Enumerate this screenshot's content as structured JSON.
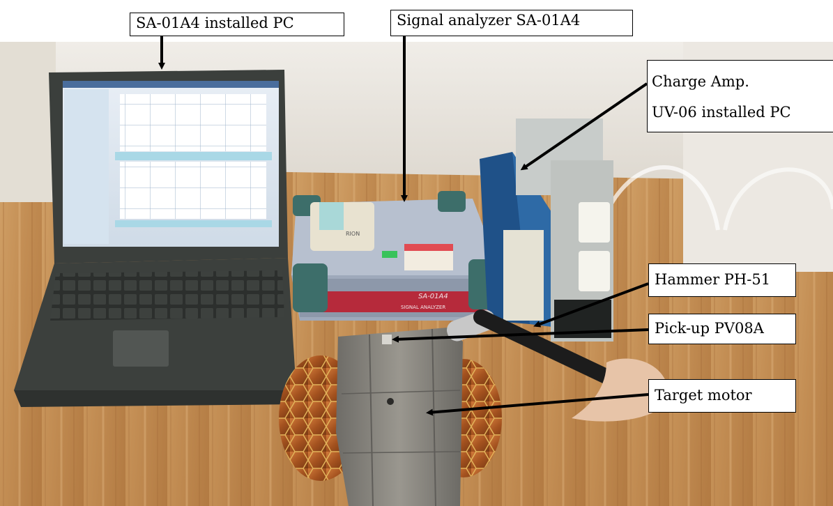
{
  "labels": {
    "pc": "SA-01A4 installed PC",
    "analyzer": "Signal analyzer SA-01A4",
    "charge_amp_line1": "Charge Amp.",
    "charge_amp_line2": "UV-06 installed PC",
    "hammer": "Hammer PH-51",
    "pickup": "Pick-up PV08A",
    "motor": "Target motor"
  },
  "device_text": {
    "analyzer_model": "SA-01A4",
    "analyzer_subtitle": "SIGNAL ANALYZER",
    "printer_brand": "RION"
  },
  "colors": {
    "wall": "#e9e5de",
    "table": "#c99a63",
    "laptop": "#3f4340",
    "screen": "#dfe8f2",
    "analyzer": "#a8b2c4",
    "analyzer_stripe": "#b62a3b",
    "amp_blue": "#23558c",
    "copper": "#b8632a",
    "steel": "#85837e"
  }
}
